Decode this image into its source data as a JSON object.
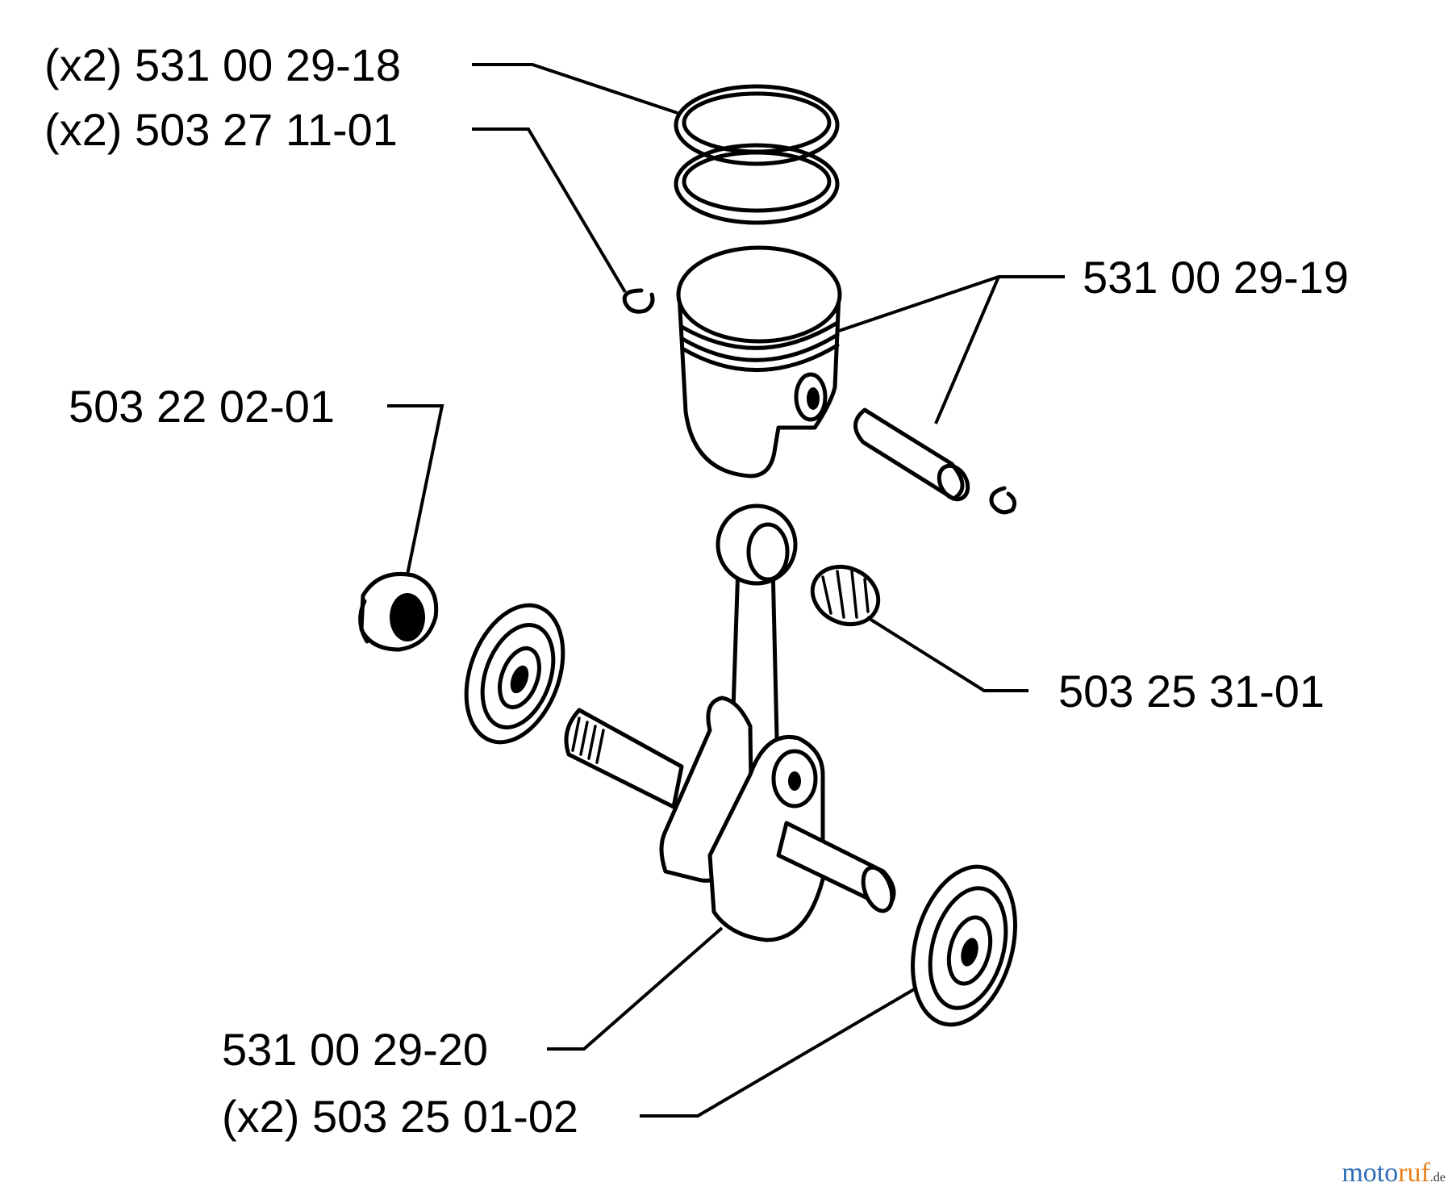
{
  "labels": {
    "rings": "(x2) 531 00 29-18",
    "circlip": "(x2) 503 27 11-01",
    "piston": "531 00 29-19",
    "seal": "503 22 02-01",
    "needle_bearing": "503 25 31-01",
    "crankshaft": "531 00 29-20",
    "ball_bearing": "(x2) 503 25 01-02"
  },
  "watermark": {
    "part1": "moto",
    "part2": "ruf",
    "suffix": ".de"
  }
}
